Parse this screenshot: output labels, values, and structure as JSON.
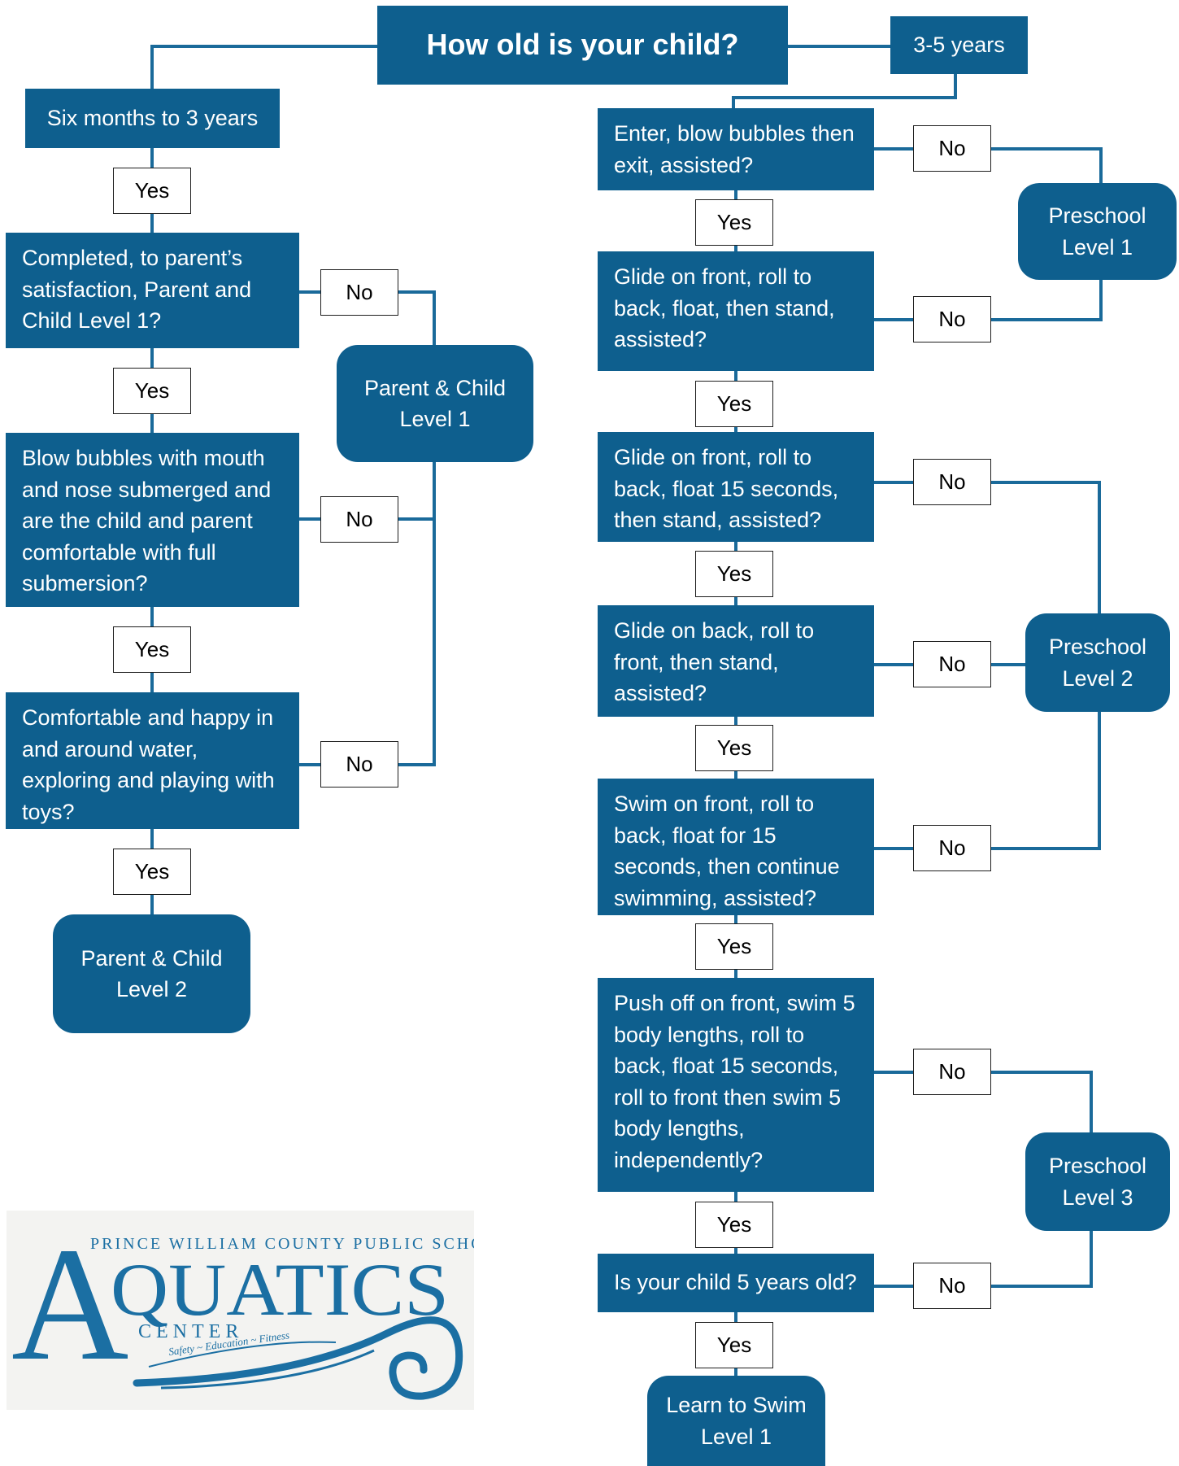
{
  "colors": {
    "box_fill": "#0e5f8e",
    "connector": "#1a6a9a",
    "label_border": "#1e1e1e",
    "logo": "#1b6fa3"
  },
  "title": "How old is your child?",
  "age_left": "Six months to 3 years",
  "age_right": "3-5 years",
  "labels": {
    "yes": "Yes",
    "no": "No"
  },
  "left_questions": [
    "Completed, to parent’s satisfaction, Parent and Child Level 1?",
    "Blow bubbles with mouth and nose submerged and are the child and parent comfortable with full submersion?",
    "Comfortable and happy in and around water, exploring and playing with toys?"
  ],
  "right_questions": [
    "Enter, blow bubbles then exit, assisted?",
    "Glide on front, roll to back, float, then stand, assisted?",
    "Glide on front, roll to back, float 15 seconds, then stand, assisted?",
    "Glide on back, roll to front, then stand, assisted?",
    "Swim on front, roll to back, float for 15 seconds, then continue swimming, assisted?",
    "Push off on front, swim 5 body lengths, roll to back, float 15 seconds, roll to front then swim 5 body lengths, independently?",
    "Is your child 5 years old?"
  ],
  "outcomes": {
    "parent_child_1": "Parent & Child Level 1",
    "parent_child_2": "Parent & Child Level 2",
    "preschool_1": "Preschool Level 1",
    "preschool_2": "Preschool Level 2",
    "preschool_3": "Preschool Level 3",
    "learn_to_swim_1": "Learn to Swim Level 1"
  },
  "logo": {
    "org": "PRINCE WILLIAM COUNTY PUBLIC SCHOOLS",
    "initial": "A",
    "word": "QUATICS",
    "center": "CENTER",
    "tagline": "Safety ~ Education ~ Fitness"
  }
}
